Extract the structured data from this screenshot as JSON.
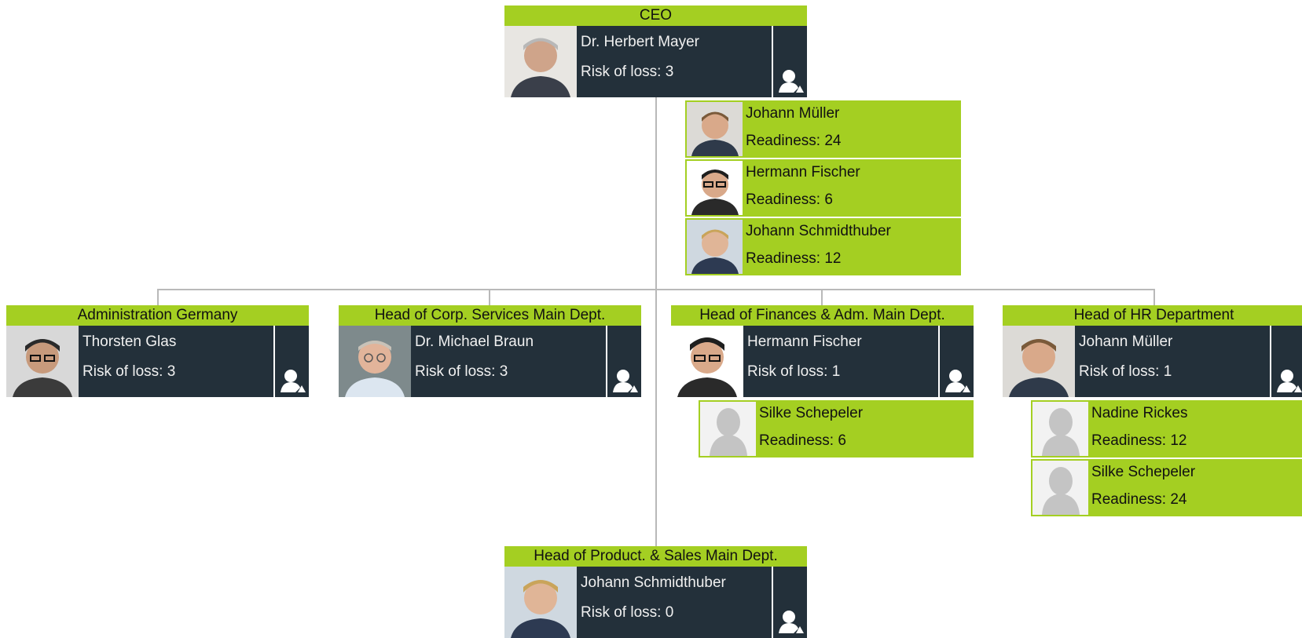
{
  "colors": {
    "accent": "#a4cf22",
    "card_dark": "#23303a",
    "connector": "#b9b9b9"
  },
  "ceo": {
    "title": "CEO",
    "name": "Dr. Herbert Mayer",
    "metric": "Risk of loss: 3",
    "icon": "user-successor-icon"
  },
  "ceo_successors": [
    {
      "name": "Johann Müller",
      "metric": "Readiness: 24"
    },
    {
      "name": "Hermann Fischer",
      "metric": "Readiness: 6"
    },
    {
      "name": "Johann Schmidthuber",
      "metric": "Readiness: 12"
    }
  ],
  "positions": [
    {
      "title": "Administration Germany",
      "name": "Thorsten Glas",
      "metric": "Risk of loss: 3"
    },
    {
      "title": "Head of Corp. Services Main Dept.",
      "name": "Dr. Michael Braun",
      "metric": "Risk of loss: 3"
    },
    {
      "title": "Head of Finances & Adm. Main Dept.",
      "name": "Hermann Fischer",
      "metric": "Risk of loss: 1"
    },
    {
      "title": "Head of HR Department",
      "name": "Johann Müller",
      "metric": "Risk of loss: 1"
    },
    {
      "title": "Head of Product. & Sales Main Dept.",
      "name": "Johann Schmidthuber",
      "metric": "Risk of loss: 0"
    }
  ],
  "finance_successors": [
    {
      "name": "Silke Schepeler",
      "metric": "Readiness: 6"
    }
  ],
  "hr_successors": [
    {
      "name": "Nadine Rickes",
      "metric": "Readiness: 12"
    },
    {
      "name": "Silke Schepeler",
      "metric": "Readiness: 24"
    }
  ]
}
